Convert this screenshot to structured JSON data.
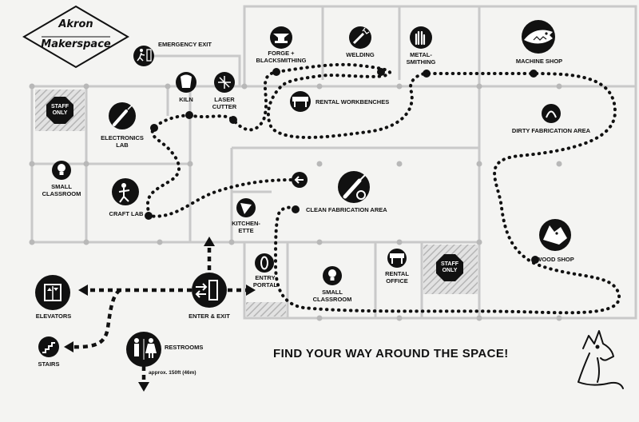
{
  "logo": {
    "line1": "Akron",
    "line2": "Makerspace"
  },
  "headline": "FIND YOUR WAY AROUND THE SPACE!",
  "rooms": {
    "emergency_exit": "EMERGENCY EXIT",
    "forge_line1": "FORGE +",
    "forge_line2": "BLACKSMITHING",
    "welding": "WELDING",
    "metal_line1": "METAL-",
    "metal_line2": "SMITHING",
    "machine_shop": "MACHINE SHOP",
    "kiln": "KILN",
    "laser_line1": "LASER",
    "laser_line2": "CUTTER",
    "rental_workbenches": "RENTAL WORKBENCHES",
    "staff_only_1": "STAFF",
    "staff_only_2": "ONLY",
    "electronics_line1": "ELECTRONICS",
    "electronics_line2": "LAB",
    "dirty_fab": "DIRTY FABRICATION AREA",
    "small_class_line1": "SMALL",
    "small_class_line2": "CLASSROOM",
    "craft_lab": "CRAFT LAB",
    "clean_fab": "CLEAN FABRICATION AREA",
    "kitchen_line1": "KITCHEN-",
    "kitchen_line2": "ETTE",
    "wood_shop": "WOOD SHOP",
    "entry_line1": "ENTRY",
    "entry_line2": "PORTAL",
    "rental_office_line1": "RENTAL",
    "rental_office_line2": "OFFICE",
    "elevators": "ELEVATORS",
    "enter_exit": "ENTER & EXIT",
    "stairs": "STAIRS",
    "restrooms": "RESTROOMS",
    "restrooms_distance": "approx. 150ft (46m)"
  },
  "icons": [
    "emergency-exit-icon",
    "anvil-icon",
    "welding-torch-icon",
    "metal-hand-icon",
    "shark-icon",
    "kiln-icon",
    "laser-icon",
    "workbench-icon",
    "soldering-iron-icon",
    "lightbulb-icon",
    "craft-figure-icon",
    "screwdriver-icon",
    "pizza-icon",
    "wolf-icon",
    "dirty-fab-icon",
    "entry-portal-icon",
    "rental-office-icon",
    "elevator-icon",
    "door-arrows-icon",
    "stairs-icon",
    "restroom-icon",
    "back-arrow-icon",
    "mascot-dog-icon"
  ],
  "colors": {
    "ink": "#1a1a1a",
    "paper": "#f4f4f2",
    "wall": "#c9c9c9",
    "hatch": "#b5b5b5"
  }
}
